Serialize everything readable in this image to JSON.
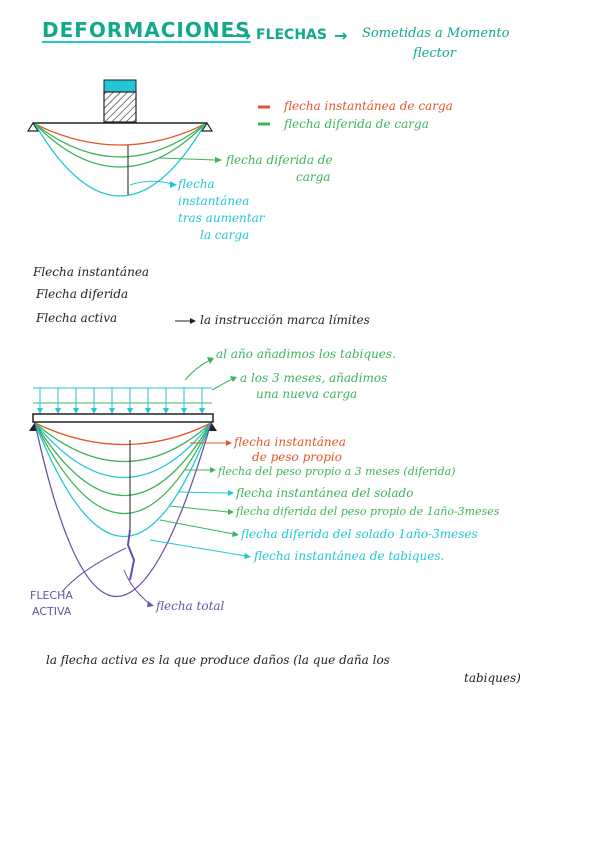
{
  "header": {
    "title": "DEFORMACIONES",
    "flechas": "FLECHAS",
    "sometidas": "Sometidas a Momento",
    "flector": "flector"
  },
  "legend": {
    "red_label": "flecha instantánea de carga",
    "green_label": "flecha diferida de carga",
    "red_color": "#e2572b",
    "green_color": "#3fb35a",
    "cyan_color": "#23c6d6",
    "purple_color": "#6b4fa8"
  },
  "diagram1": {
    "diferida_1": "flecha diferida de",
    "diferida_2": "carga",
    "inst_1": "flecha",
    "inst_2": "instantánea",
    "inst_3": "tras aumentar",
    "inst_4": "la carga"
  },
  "definitions": {
    "line1": "Flecha instantánea",
    "line2": "Flecha diferida",
    "line3": "Flecha activa",
    "line3_note": "la instrucción marca límites"
  },
  "diagram2": {
    "top_note": "al año añadimos los tabiques.",
    "note2_1": "a los 3 meses, añadimos",
    "note2_2": "una nueva carga",
    "l1_a": "flecha instantánea",
    "l1_b": "de peso propio",
    "l2": "flecha del peso propio a 3 meses (diferida)",
    "l3": "flecha instantánea del solado",
    "l4": "flecha diferida del peso propio de 1año-3meses",
    "l5": "flecha diferida del solado 1año-3meses",
    "l6": "flecha instantánea de tabiques.",
    "activa_1": "FLECHA",
    "activa_2": "ACTIVA",
    "total": "flecha total"
  },
  "footer": {
    "line1": "la flecha activa es la que produce daños (la que daña los",
    "line2": "tabiques)"
  }
}
